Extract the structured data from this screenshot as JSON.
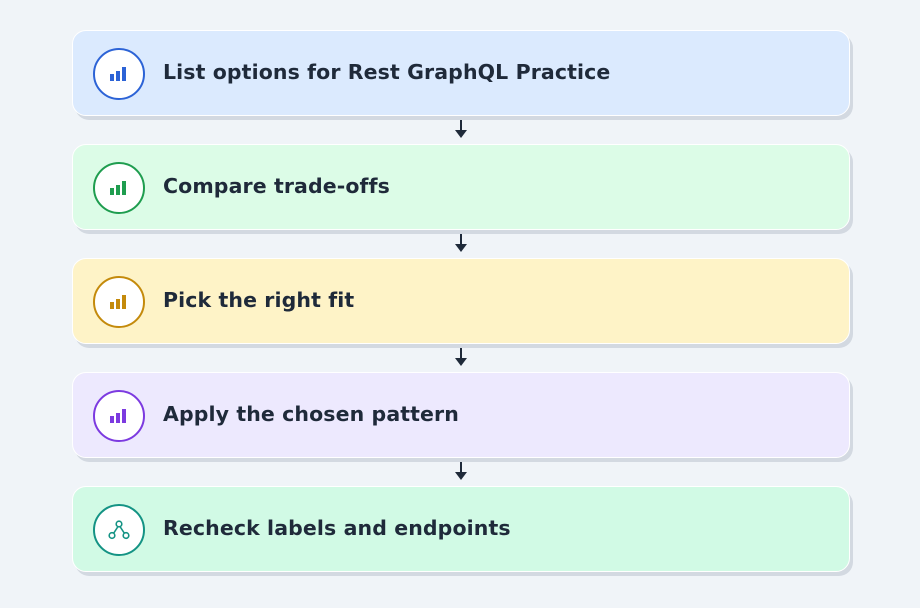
{
  "steps": [
    {
      "label": "List options for Rest GraphQL Practice",
      "icon": "bar-chart-icon",
      "bg": "#dbeafe",
      "accent": "#2c63d6"
    },
    {
      "label": "Compare trade-offs",
      "icon": "bar-chart-icon",
      "bg": "#dcfce7",
      "accent": "#1f9d4f"
    },
    {
      "label": "Pick the right fit",
      "icon": "bar-chart-icon",
      "bg": "#fef3c7",
      "accent": "#c48a0b"
    },
    {
      "label": "Apply the chosen pattern",
      "icon": "bar-chart-icon",
      "bg": "#ede9fe",
      "accent": "#7c3ae0"
    },
    {
      "label": "Recheck labels and endpoints",
      "icon": "network-icon",
      "bg": "#d1fae5",
      "accent": "#149384"
    }
  ],
  "colors": {
    "background": "#f0f4f8",
    "text": "#1f2a3a",
    "arrow": "#1f2a3a"
  }
}
